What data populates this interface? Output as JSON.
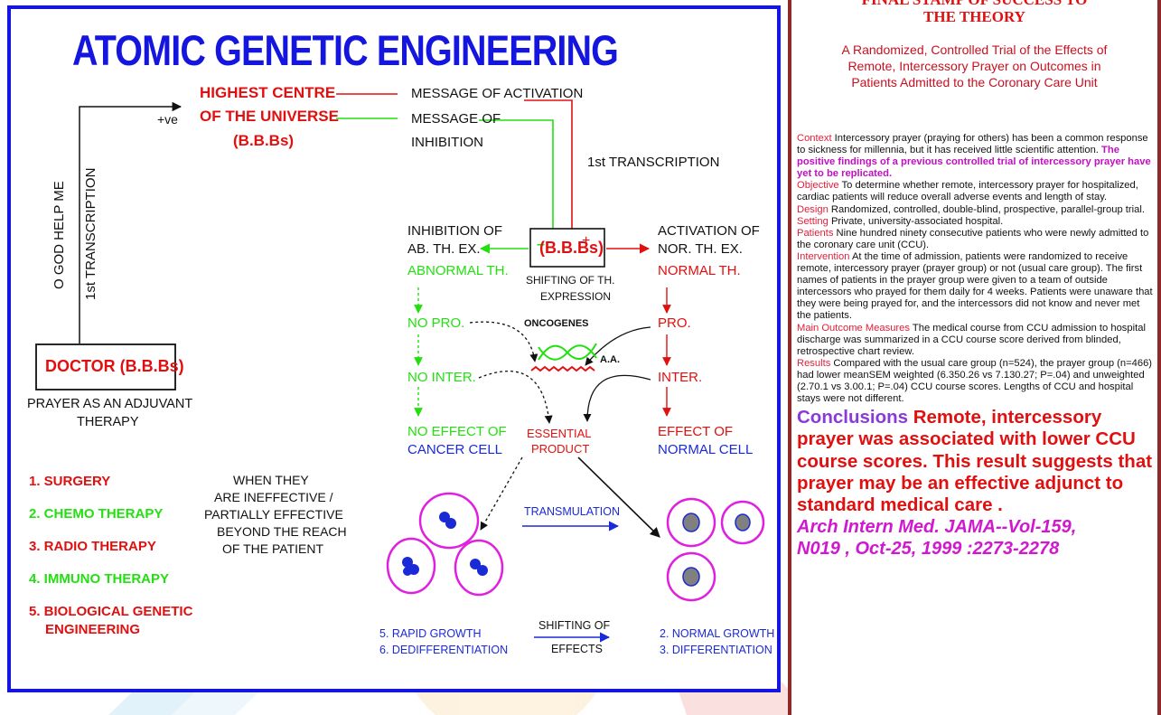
{
  "main": {
    "title": "ATOMIC GENETIC ENGINEERING",
    "highest_centre_line1": "HIGHEST CENTRE",
    "highest_centre_line2": "OF THE UNIVERSE",
    "highest_centre_line3": "(B.B.Bs)",
    "plus_ve": "+ve",
    "message_activation": "MESSAGE OF ACTIVATION",
    "message_inhibition_line1": "MESSAGE OF",
    "message_inhibition_line2": "INHIBITION",
    "first_transcription_right": "1st TRANSCRIPTION",
    "vertical_prayer": "O GOD HELP ME",
    "vertical_transcription": "1st TRANSCRIPTION",
    "doctor_box": "DOCTOR (B.B.Bs)",
    "prayer_line1": "PRAYER AS AN ADJUVANT",
    "prayer_line2": "THERAPY",
    "minus_sign": "–",
    "plus_sign": "+",
    "center_box": "(B.B.Bs)",
    "shifting_line1": "SHIFTING OF TH.",
    "shifting_line2": "EXPRESSION",
    "inhibition_line1": "INHIBITION OF",
    "inhibition_line2": "AB. TH. EX.",
    "activation_line1": "ACTIVATION OF",
    "activation_line2": "NOR. TH. EX.",
    "abnormal_th": "ABNORMAL TH.",
    "normal_th": "NORMAL TH.",
    "no_pro": "NO PRO.",
    "pro": "PRO.",
    "no_inter": "NO INTER.",
    "inter": "INTER.",
    "oncogenes": "ONCOGENES",
    "aa": "A.A.",
    "essential_line1": "ESSENTIAL",
    "essential_line2": "PRODUCT",
    "no_effect_line1": "NO EFFECT OF",
    "no_effect_line2": "CANCER CELL",
    "effect_line1": "EFFECT OF",
    "effect_line2": "NORMAL CELL",
    "transmulation": "TRANSMULATION",
    "rapid_growth": "5. RAPID GROWTH",
    "dedifferentiation": "6. DEDIFFERENTIATION",
    "shifting_effects_line1": "SHIFTING OF",
    "shifting_effects_line2": "EFFECTS",
    "normal_growth": "2. NORMAL GROWTH",
    "differentiation": "3. DIFFERENTIATION",
    "therapies": [
      "1. SURGERY",
      "2. CHEMO THERAPY",
      "3. RADIO THERAPY",
      "4. IMMUNO THERAPY",
      "5. BIOLOGICAL GENETIC",
      "ENGINEERING"
    ],
    "when_line1": "WHEN THEY",
    "when_line2": "ARE INEFFECTIVE /",
    "when_line3": "PARTIALLY EFFECTIVE",
    "when_line4": "BEYOND THE REACH",
    "when_line5": "OF THE PATIENT"
  },
  "panel": {
    "header_line1": "FINAL STAMP OF SUCCESS TO",
    "header_line2": "THE THEORY",
    "study_title_line1": "A Randomized, Controlled Trial of the Effects of",
    "study_title_line2": "Remote, Intercessory Prayer on Outcomes in",
    "study_title_line3": "Patients Admitted to the Coronary Care Unit",
    "context_label": "Context",
    "context_text": " Intercessory prayer (praying for others) has been a common response to sickness for millennia, but it has received little scientific attention. ",
    "context_highlight": "The positive findings of a previous controlled trial of intercessory prayer have yet to be replicated.",
    "objective_label": "Objective",
    "objective_text": " To determine whether remote, intercessory prayer for hospitalized, cardiac patients will reduce overall adverse events and length of stay.",
    "design_label": "Design",
    "design_text": " Randomized, controlled, double-blind, prospective, parallel-group trial.",
    "setting_label": "Setting",
    "setting_text": " Private, university-associated hospital.",
    "patients_label": "Patients",
    "patients_text": " Nine hundred ninety consecutive patients who were newly admitted to the coronary care unit (CCU).",
    "intervention_label": "Intervention",
    "intervention_text": " At the time of admission, patients were randomized to receive remote, intercessory prayer (prayer group) or not (usual care group). The first names of patients in the prayer group were given to a team of outside intercessors who prayed for them daily for 4 weeks. Patients were unaware that they were being prayed for, and the intercessors did not know and never met the patients.",
    "outcome_label": "Main Outcome Measures",
    "outcome_text": " The medical course from CCU admission to hospital discharge was summarized in a CCU course score derived from blinded, retrospective chart review.",
    "results_label": "Results",
    "results_text": " Compared with the usual care group (n=524), the prayer group (n=466) had lower meanSEM weighted (6.350.26 vs 7.130.27; P=.04) and unweighted (2.70.1 vs 3.00.1; P=.04) CCU course scores. Lengths of CCU and hospital stays were not different.",
    "conclusions_label": "Conclusions",
    "conclusions_text": " Remote, intercessory prayer was associated with lower CCU course scores. This result suggests that prayer may be an effective adjunct to standard medical care .",
    "citation_line1": "Arch Intern Med. JAMA--Vol-159,",
    "citation_line2": "N019 , Oct-25, 1999 :2273-2278"
  },
  "colors": {
    "border_blue": "#1515e0",
    "red": "#e01010",
    "green": "#22e010",
    "blue": "#1a2ad6",
    "magenta": "#d018d0",
    "panel_frame": "#8e2a2a",
    "cell_fill": "#808080"
  }
}
